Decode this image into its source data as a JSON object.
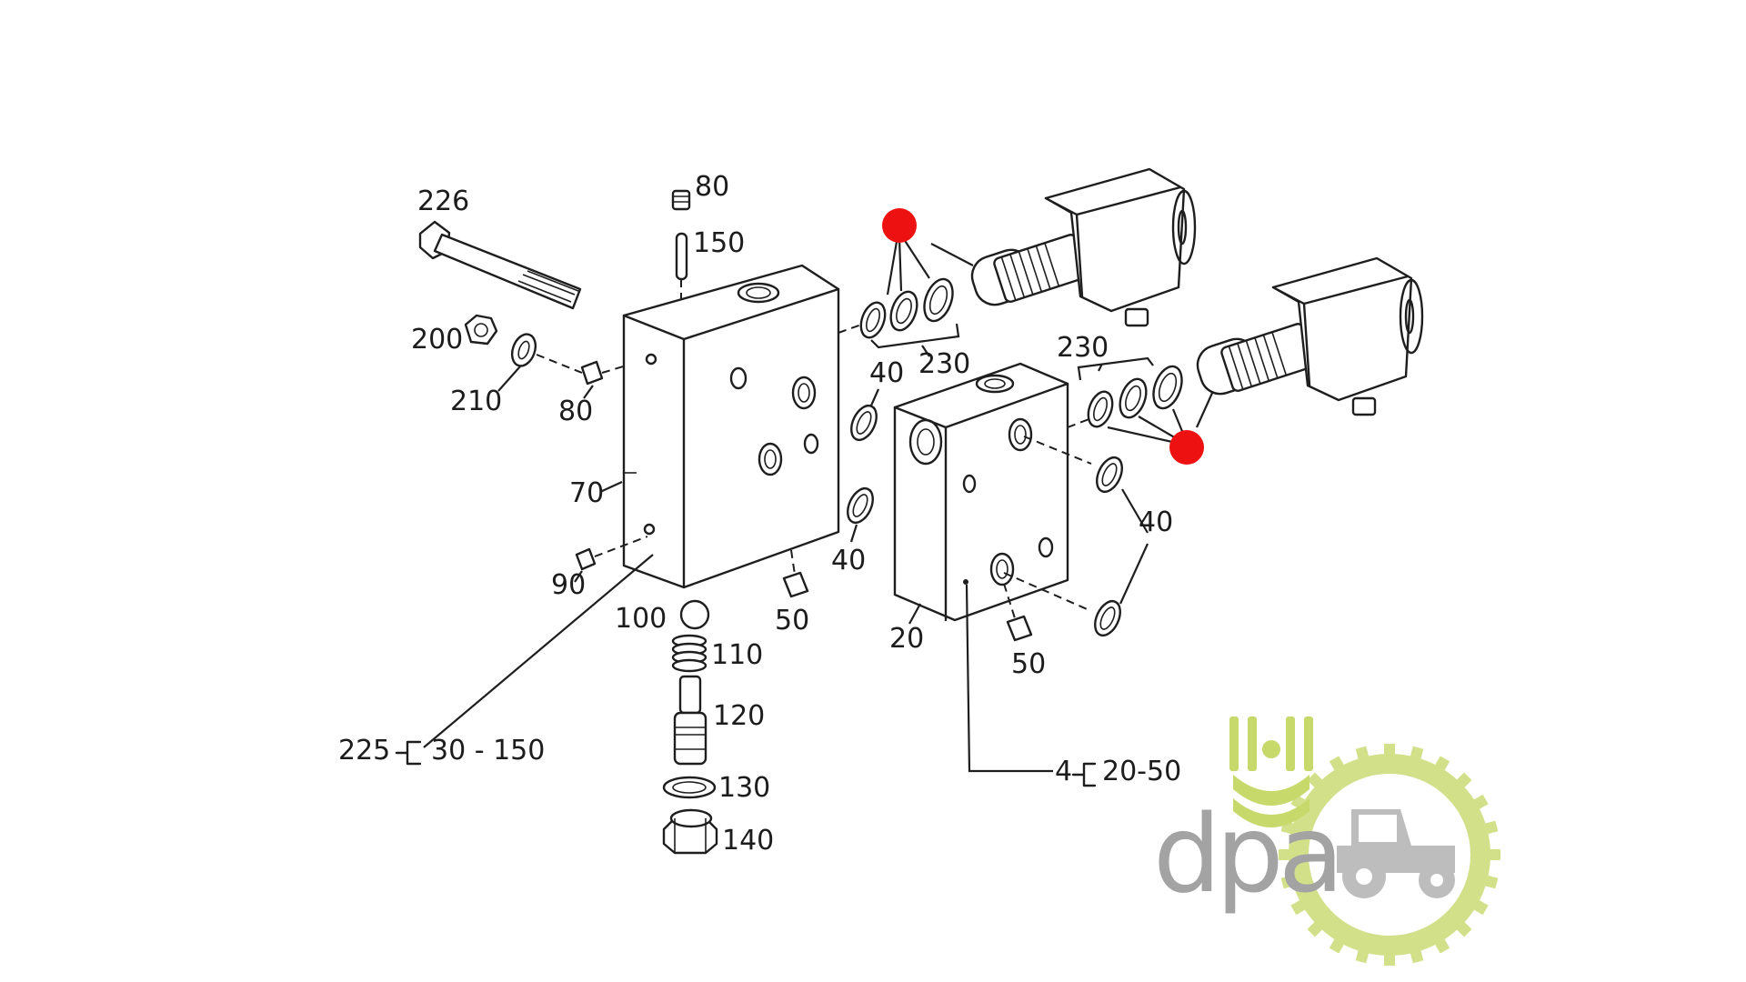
{
  "diagram": {
    "labels": {
      "l226": "226",
      "l80_top": "80",
      "l150": "150",
      "l200": "200",
      "l210": "210",
      "l80_left": "80",
      "l70": "70",
      "l90": "90",
      "l50_a": "50",
      "l100": "100",
      "l110": "110",
      "l120": "120",
      "l130": "130",
      "l140": "140",
      "l225": "225",
      "l225_range": "30 - 150",
      "l230_a": "230",
      "l230_b": "230",
      "l40_a": "40",
      "l40_b": "40",
      "l40_c": "40",
      "l20": "20",
      "l50_b": "50",
      "l4": "4",
      "l4_range": "20-50"
    },
    "highlight_color": "#ee1111"
  },
  "logo": {
    "text": "dpa",
    "text_color": "#a3a3a3",
    "gear_color": "#d2e08a",
    "wheat_color": "#c7d96b"
  }
}
